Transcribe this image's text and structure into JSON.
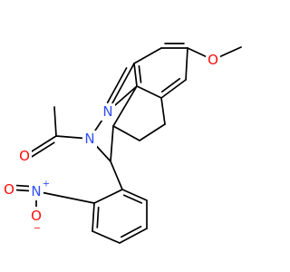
{
  "colors": {
    "bond": "#000000",
    "nitrogen": "#3050F8",
    "oxygen": "#FF0D0D"
  },
  "atoms": {
    "ome_o": {
      "label": "O",
      "element": "oxygen"
    },
    "acyl_o": {
      "label": "O",
      "element": "oxygen"
    },
    "ring_n1": {
      "label": "N",
      "element": "nitrogen"
    },
    "ring_n2": {
      "label": "N",
      "element": "nitrogen"
    },
    "nitro_n": {
      "label": "N",
      "element": "nitrogen",
      "charge": "+"
    },
    "nitro_o_double": {
      "label": "O",
      "element": "oxygen"
    },
    "nitro_o_minus": {
      "label": "O",
      "element": "oxygen",
      "charge": "−"
    }
  }
}
